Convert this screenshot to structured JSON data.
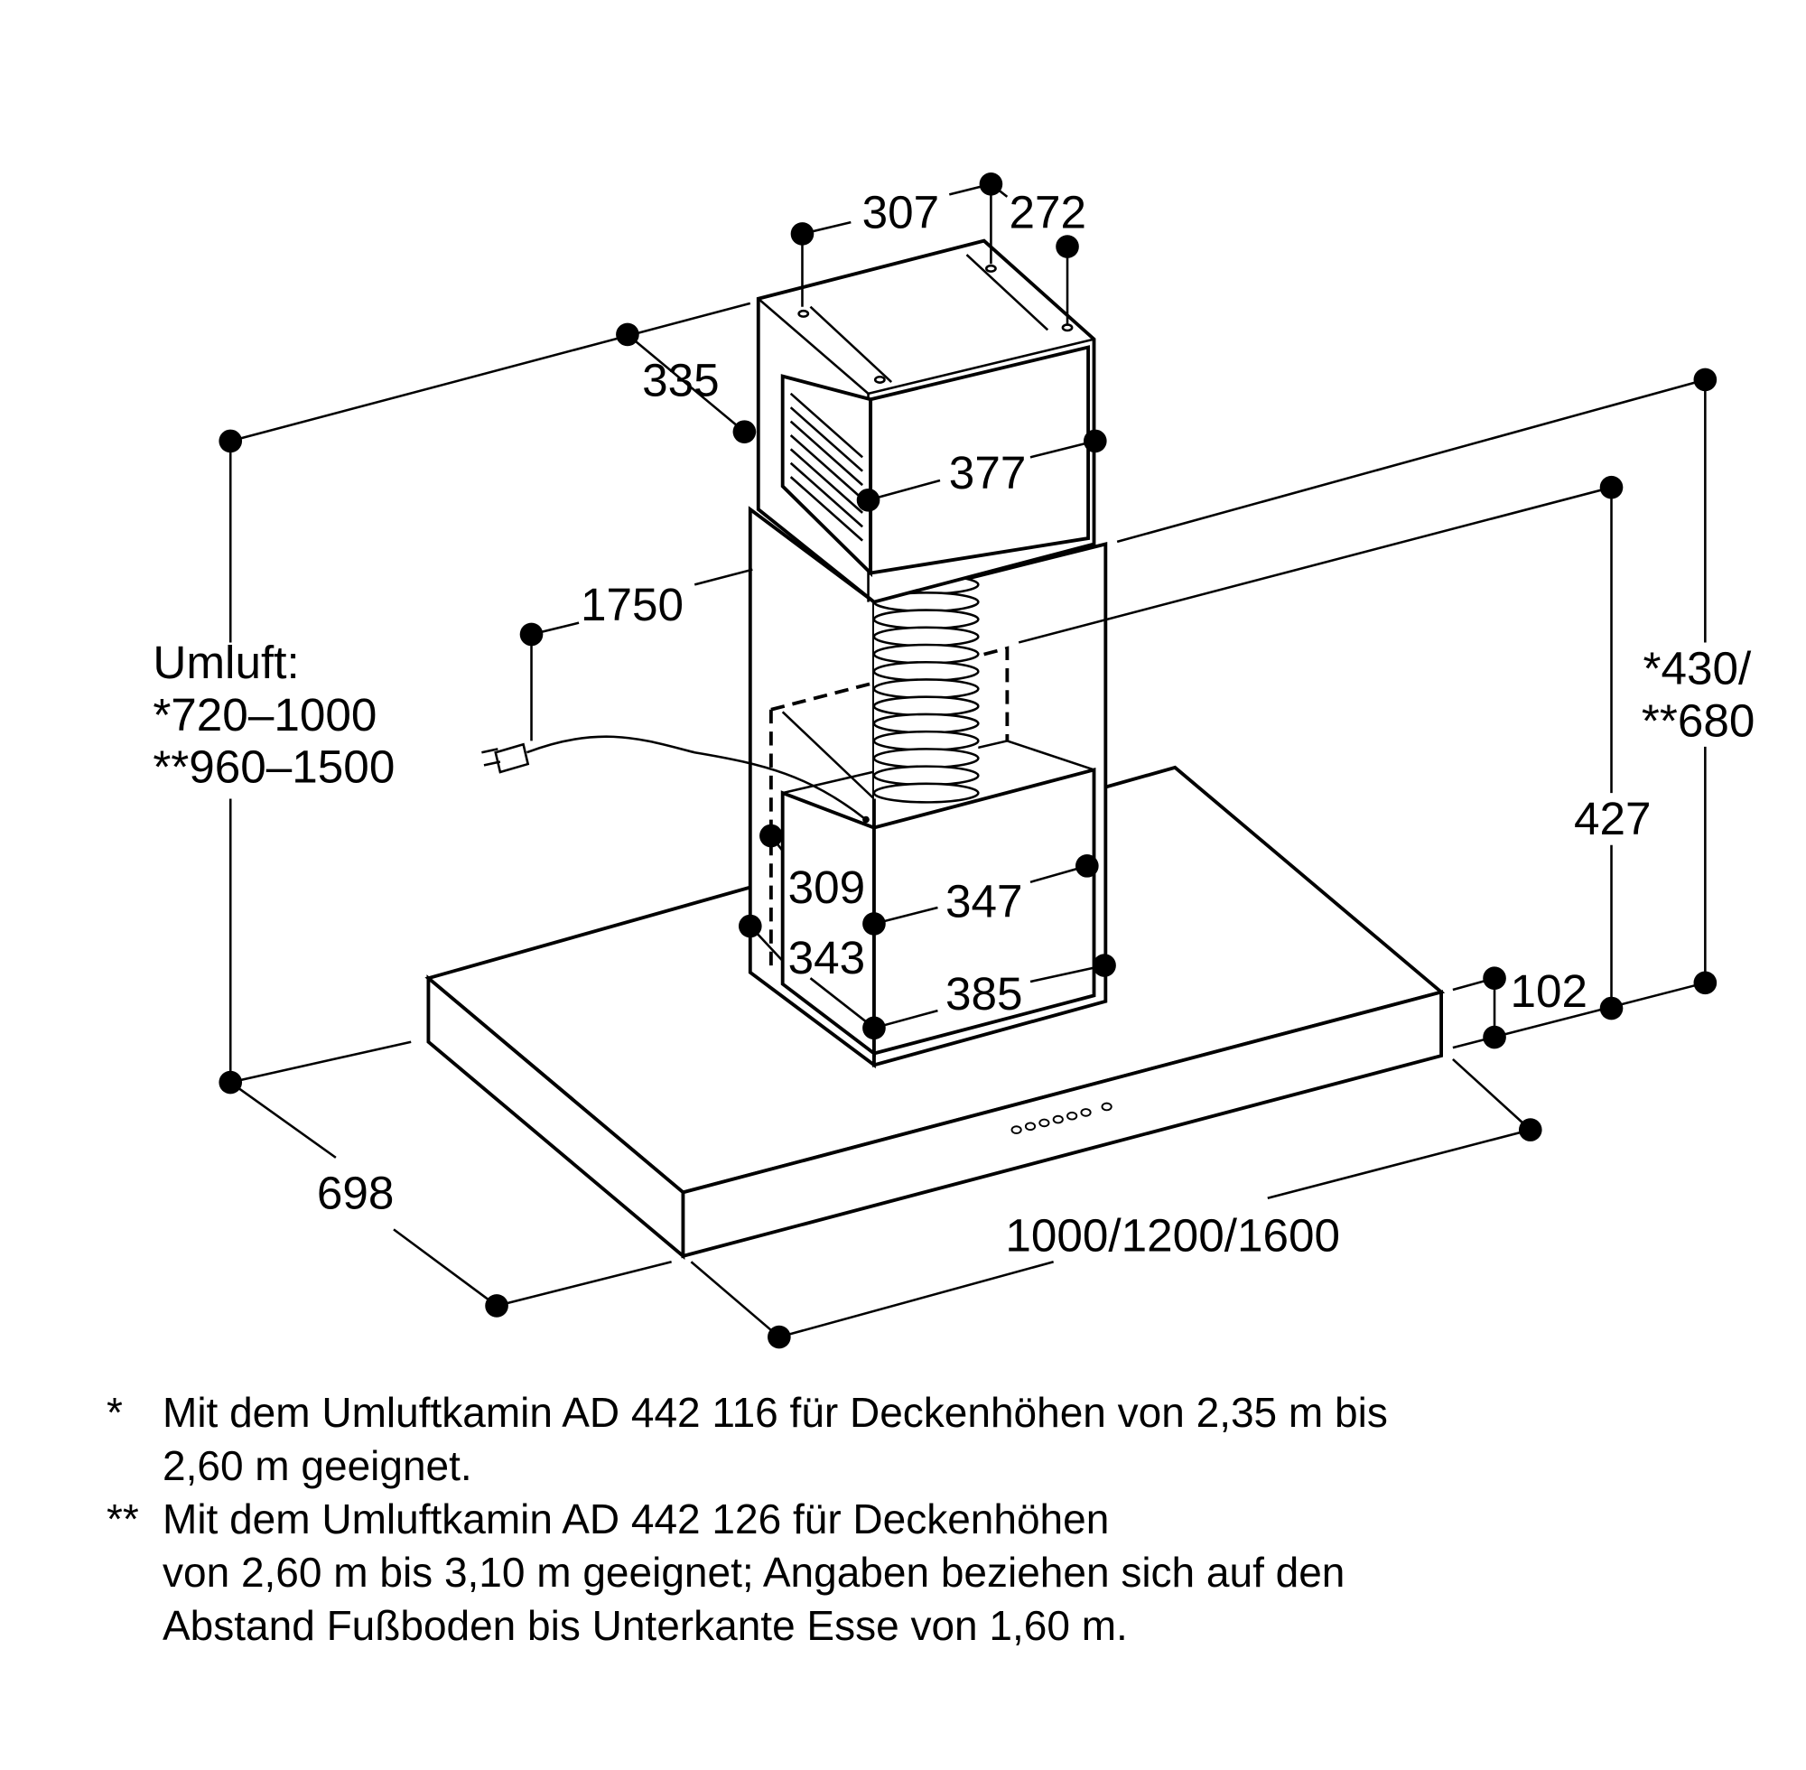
{
  "dimensions": {
    "d307": "307",
    "d272": "272",
    "d335": "335",
    "d377": "377",
    "d1750": "1750",
    "umluft_title": "Umluft:",
    "umluft_1": "*720–1000",
    "umluft_2": "**960–1500",
    "d427": "427",
    "d430": "*430/",
    "d680": "**680",
    "d309": "309",
    "d347": "347",
    "d343": "343",
    "d385": "385",
    "d102": "102",
    "d698": "698",
    "width": "1000/1200/1600"
  },
  "notes": [
    {
      "mark": "*",
      "lines": [
        "Mit dem Umluftkamin AD 442 116 für Deckenhöhen von 2,35 m bis",
        "2,60 m geeignet."
      ]
    },
    {
      "mark": "**",
      "lines": [
        "Mit dem Umluftkamin AD 442 126 für Deckenhöhen",
        "von 2,60 m bis 3,10 m geeignet; Angaben beziehen sich auf den",
        "Abstand Fußboden bis Unterkante Esse von 1,60 m."
      ]
    }
  ]
}
